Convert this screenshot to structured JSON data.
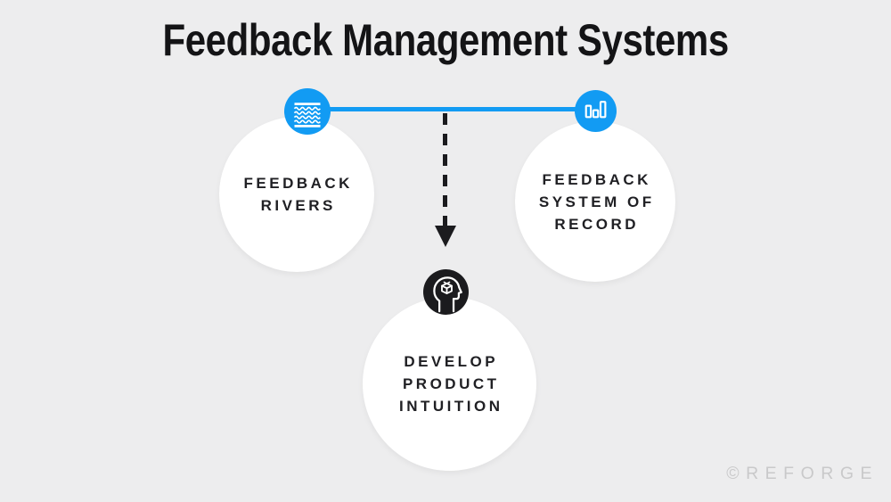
{
  "title": "Feedback Management Systems",
  "watermark": "©REFORGE",
  "colors": {
    "background": "#EDEDEE",
    "accent_blue": "#129BF3",
    "ink_black": "#1B1B1E",
    "title_color": "#141416",
    "label_color": "#202024",
    "circle_fill": "#FFFFFF",
    "watermark_color": "#C9C9CA"
  },
  "diagram": {
    "top_left_node": {
      "icon": "waves-icon",
      "lines": [
        "FEEDBACK",
        "RIVERS"
      ]
    },
    "top_right_node": {
      "icon": "bar-chart-icon",
      "lines": [
        "FEEDBACK",
        "SYSTEM OF",
        "RECORD"
      ]
    },
    "bottom_node": {
      "icon": "head-cube-icon",
      "lines": [
        "DEVELOP",
        "PRODUCT",
        "INTUITION"
      ]
    }
  }
}
